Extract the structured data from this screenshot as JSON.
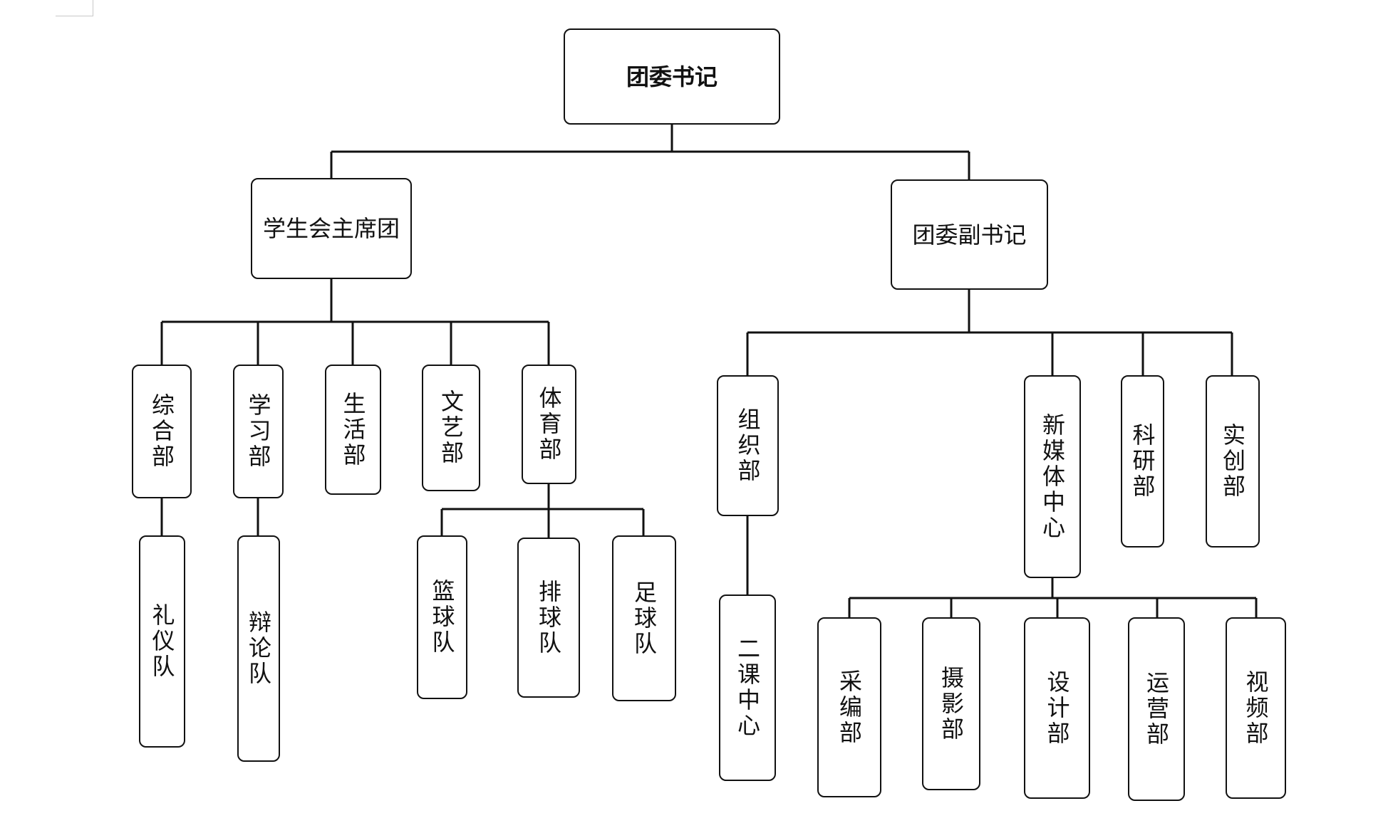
{
  "chart": {
    "root": "团委书记",
    "left_branch": "学生会主席团",
    "right_branch": "团委副书记",
    "left_children": [
      "综合部",
      "学习部",
      "生活部",
      "文艺部",
      "体育部"
    ],
    "left_subs": {
      "zonghe": [
        "礼仪队"
      ],
      "xuexi": [
        "辩论队"
      ],
      "tiyu": [
        "篮球队",
        "排球队",
        "足球队"
      ]
    },
    "right_children": [
      "组织部",
      "新媒体中心",
      "科研部",
      "实创部"
    ],
    "right_subs": {
      "zuzhi": [
        "二课中心"
      ],
      "xinmeiti": [
        "采编部",
        "摄影部",
        "设计部",
        "运营部",
        "视频部"
      ]
    }
  }
}
